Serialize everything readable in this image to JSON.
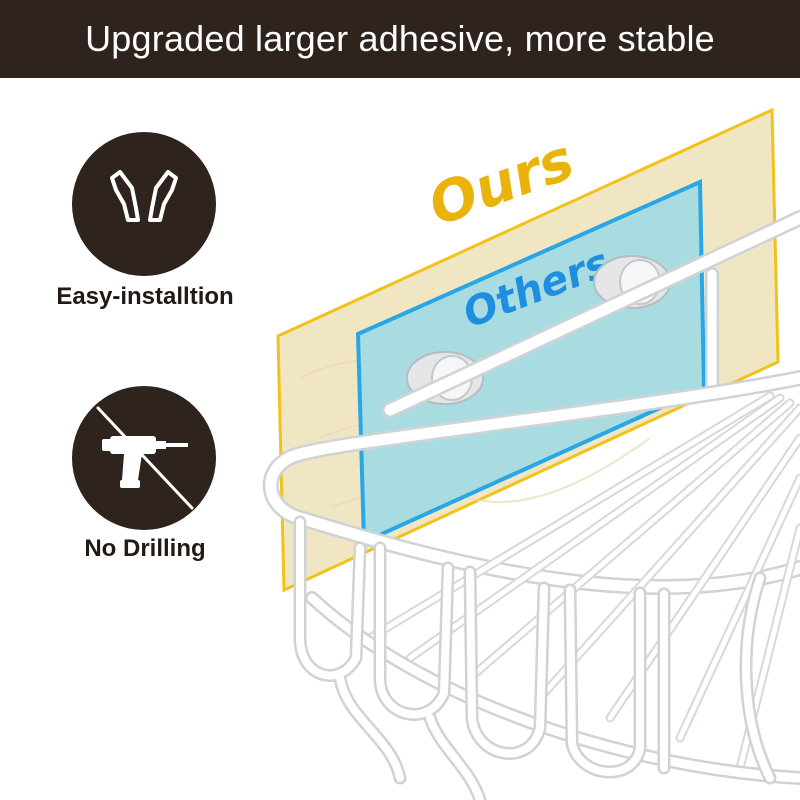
{
  "header": {
    "title": "Upgraded larger adhesive, more stable"
  },
  "features": [
    {
      "icon": "hook-icon",
      "label": "Easy-installtion"
    },
    {
      "icon": "no-drill-icon",
      "label": "No Drilling"
    }
  ],
  "product": {
    "ours_label": "Ours",
    "others_label": "Others"
  },
  "colors": {
    "banner": "#2e231d",
    "ours_text": "#e9b30c",
    "ours_border": "#f2c21a",
    "ours_pad": "#f1e6c4",
    "others_text": "#1e8fe0",
    "others_border": "#27a6e8",
    "others_pad": "#a9dce0",
    "rack": "#ffffff"
  }
}
